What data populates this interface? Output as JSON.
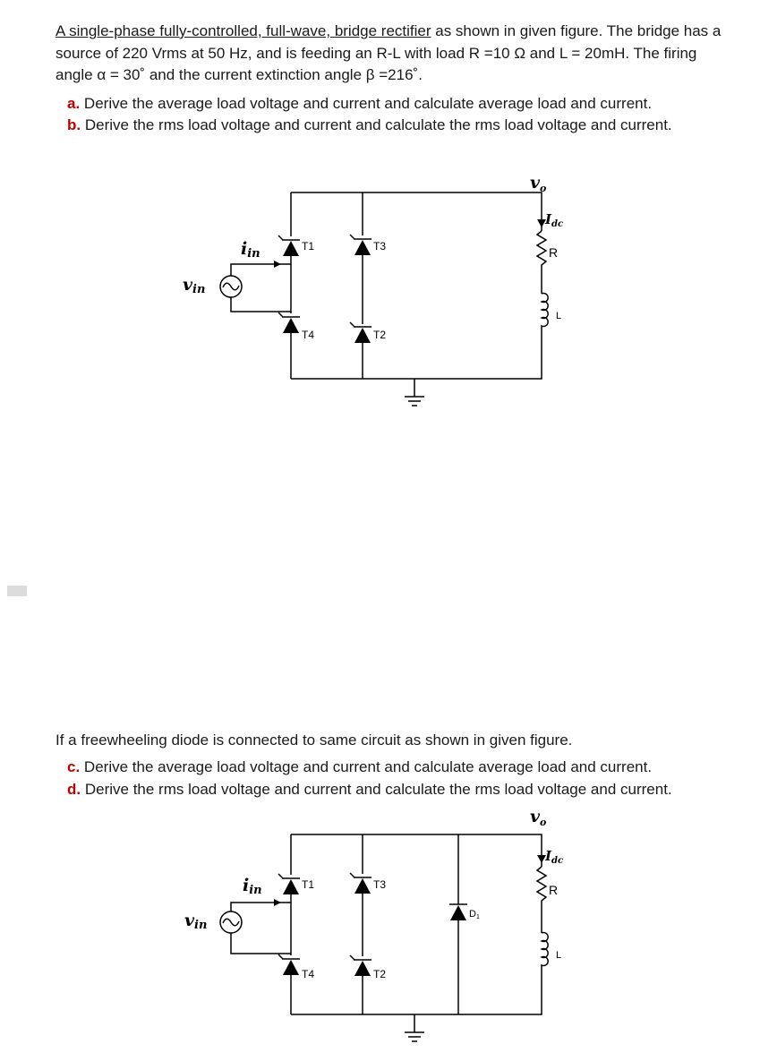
{
  "problem": {
    "intro_link": "A single-phase fully-controlled, full-wave, bridge rectifier",
    "intro_rest": " as shown in given figure. The bridge has a source of 220 Vrms at 50 Hz, and is feeding an R-L with load R =10 Ω and L = 20mH. The firing angle α = 30˚ and the current extinction angle β =216˚.",
    "item_a_label": "a.",
    "item_a_text": "Derive the average load voltage and current and calculate average load and current.",
    "item_b_label": "b.",
    "item_b_text": "Derive the rms load voltage and current and calculate the rms load voltage and current."
  },
  "problem2": {
    "intro": "If a freewheeling diode is connected to same circuit as shown in given figure.",
    "item_c_label": "c.",
    "item_c_text": "Derive the average load voltage and current and calculate average load and current.",
    "item_d_label": "d.",
    "item_d_text": "Derive the rms load voltage and current and calculate the rms load voltage and current."
  },
  "circuit": {
    "vo": "v",
    "vo_sub": "o",
    "idc": "I",
    "idc_sub": "dc",
    "iin": "i",
    "iin_sub": "in",
    "vin": "v",
    "vin_sub": "in",
    "R": "R",
    "L": "L",
    "T1": "T1",
    "T2": "T2",
    "T3": "T3",
    "T4": "T4",
    "D1": "D",
    "D1_sub": "1"
  }
}
